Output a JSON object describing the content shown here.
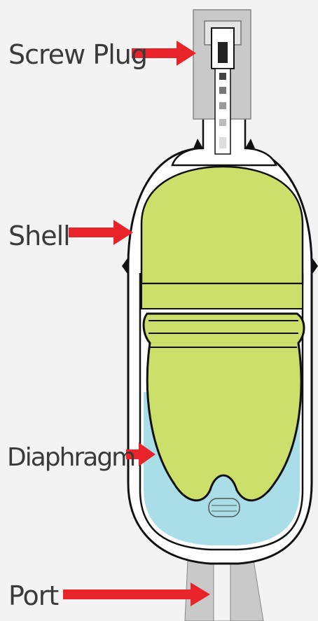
{
  "labels": {
    "screw_plug": "Screw Plug",
    "shell": "Shell",
    "diaphragm": "Diaphragm",
    "port": "Port"
  },
  "colors": {
    "background": "#f3f3f3",
    "shell_fill": "#ffffff",
    "outline": "#111111",
    "gas_fill": "#cbdf6a",
    "fluid_fill": "#a9dde7",
    "metal": "#c9c9c9",
    "arrow": "#e8242a",
    "label_text": "#3a3a3a"
  }
}
